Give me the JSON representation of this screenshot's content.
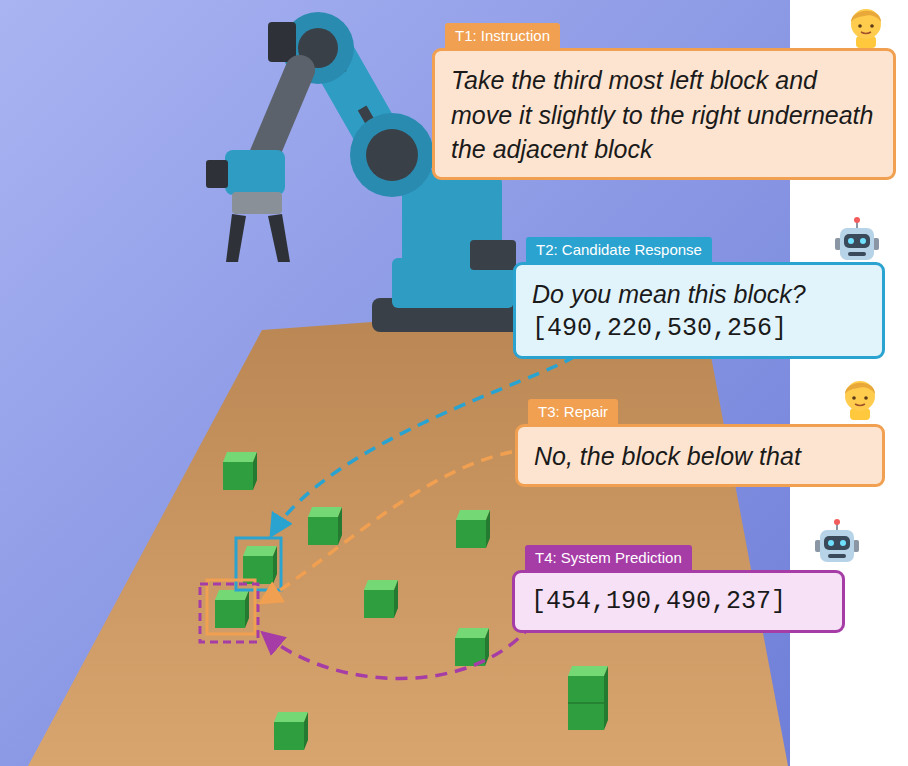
{
  "diagram": {
    "nodes": [
      {
        "text": [
          "T1: Instruction",
          "Take the third most left block and move it slightly to the right underneath the adjacent block"
        ]
      },
      {
        "text": [
          "T2: Candidate Response",
          "Do you mean this block?",
          "[490,220,530,256]"
        ]
      },
      {
        "text": [
          "T3: Repair",
          "No, the block below that"
        ]
      },
      {
        "text": [
          "T4: System Prediction",
          "[454,190,490,237]"
        ]
      }
    ]
  }
}
